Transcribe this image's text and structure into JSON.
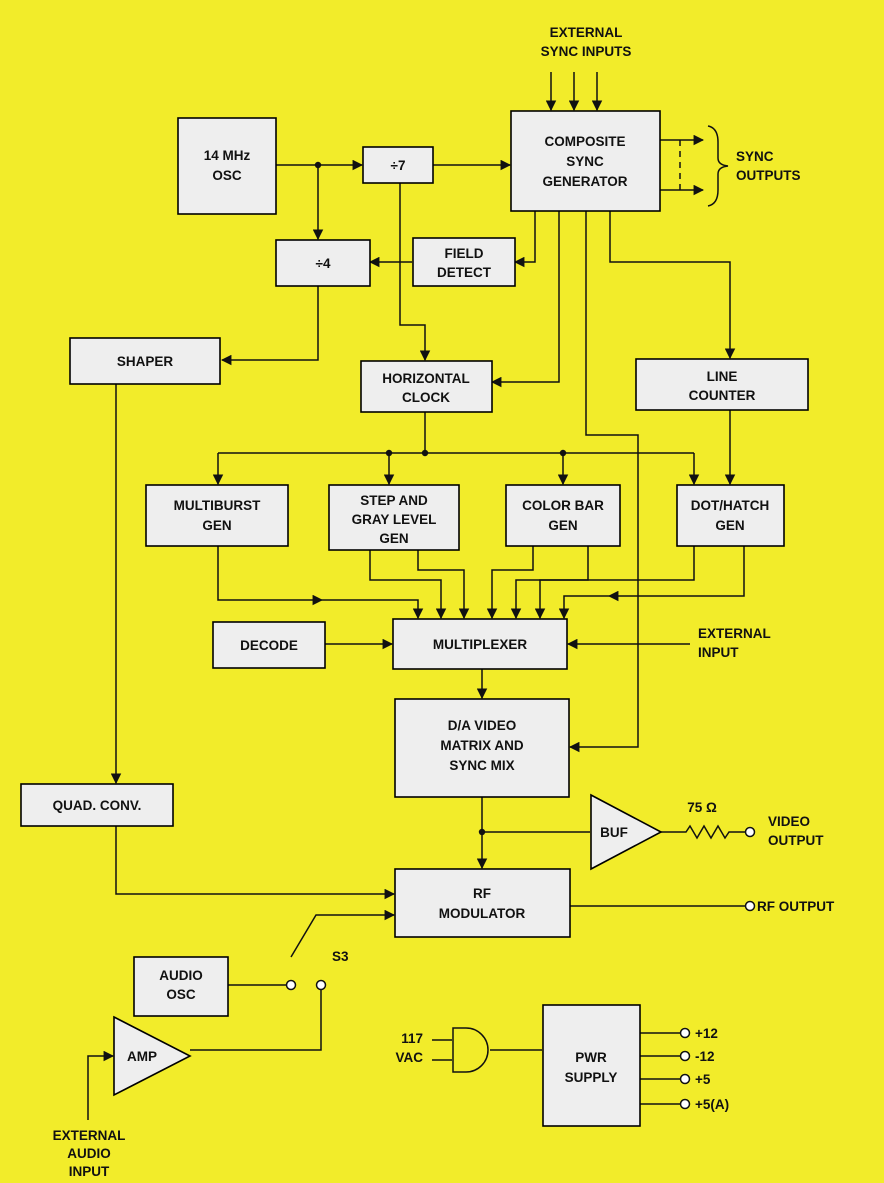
{
  "blocks": {
    "osc": [
      "14 MHz",
      "OSC"
    ],
    "div7": [
      "÷7"
    ],
    "sync_gen": [
      "COMPOSITE",
      "SYNC",
      "GENERATOR"
    ],
    "div4": [
      "÷4"
    ],
    "field_detect": [
      "FIELD",
      "DETECT"
    ],
    "shaper": [
      "SHAPER"
    ],
    "horiz_clock": [
      "HORIZONTAL",
      "CLOCK"
    ],
    "line_counter": [
      "LINE",
      "COUNTER"
    ],
    "multiburst": [
      "MULTIBURST",
      "GEN"
    ],
    "step_gray": [
      "STEP AND",
      "GRAY LEVEL",
      "GEN"
    ],
    "color_bar": [
      "COLOR BAR",
      "GEN"
    ],
    "dot_hatch": [
      "DOT/HATCH",
      "GEN"
    ],
    "decode": [
      "DECODE"
    ],
    "multiplexer": [
      "MULTIPLEXER"
    ],
    "da_video": [
      "D/A VIDEO",
      "MATRIX AND",
      "SYNC MIX"
    ],
    "quad_conv": [
      "QUAD. CONV."
    ],
    "buf": [
      "BUF"
    ],
    "rf_mod": [
      "RF",
      "MODULATOR"
    ],
    "audio_osc": [
      "AUDIO",
      "OSC"
    ],
    "amp": [
      "AMP"
    ],
    "pwr_supply": [
      "PWR",
      "SUPPLY"
    ]
  },
  "labels": {
    "ext_sync": [
      "EXTERNAL",
      "SYNC INPUTS"
    ],
    "sync_outputs": [
      "SYNC",
      "OUTPUTS"
    ],
    "external_input": [
      "EXTERNAL",
      "INPUT"
    ],
    "resistor": "75 Ω",
    "video_output": [
      "VIDEO",
      "OUTPUT"
    ],
    "rf_output": "RF OUTPUT",
    "switch": "S3",
    "vac": [
      "117",
      "VAC"
    ],
    "ext_audio": [
      "EXTERNAL",
      "AUDIO",
      "INPUT"
    ],
    "pwr_outputs": [
      "+12",
      "-12",
      "+5",
      "+5(A)"
    ]
  }
}
